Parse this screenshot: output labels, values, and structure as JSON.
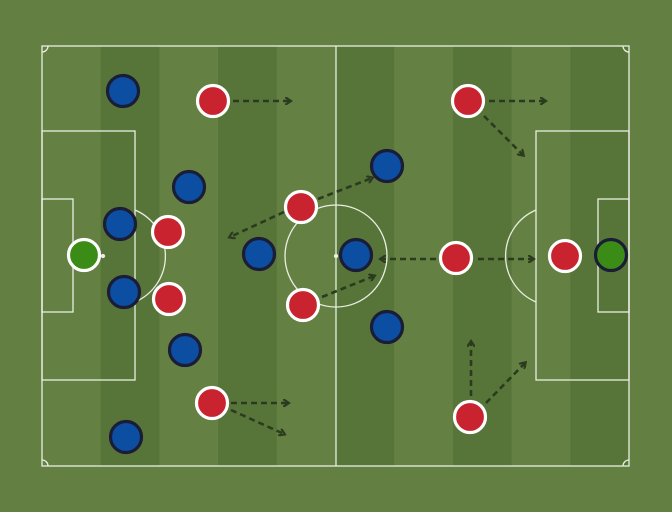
{
  "pitch": {
    "background_color": "#637f42",
    "stripe_light_color": "#648143",
    "stripe_dark_color": "#587539",
    "line_color": "#e9eee2"
  },
  "teams": {
    "red": {
      "fill": "#c8232e",
      "border": "#ffffff",
      "outfield_players": 10
    },
    "blue": {
      "fill": "#0b4ea2",
      "border": "#1b1c36",
      "outfield_players": 10
    },
    "left_goalkeeper": {
      "fill": "#3a8c17",
      "border": "#ffffff"
    },
    "right_goalkeeper": {
      "fill": "#3a8c17",
      "border": "#1b1c36"
    }
  },
  "arrows": {
    "color": "#2b3b1f",
    "style": "dashed",
    "count": 12
  }
}
